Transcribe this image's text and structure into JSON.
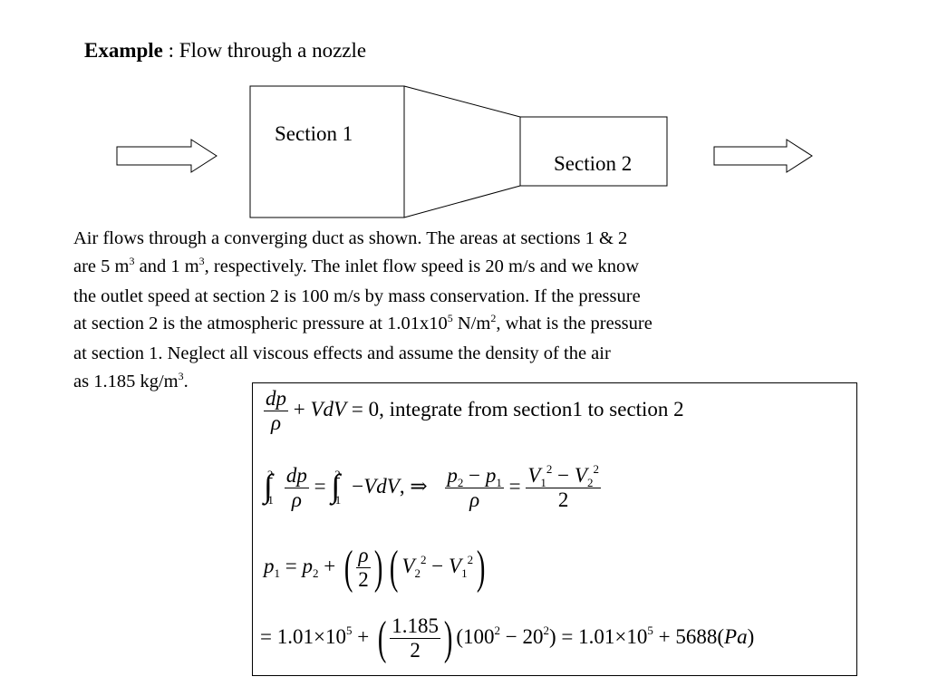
{
  "title": {
    "bold": "Example",
    "rest": " : Flow through a nozzle"
  },
  "diagram": {
    "section1_label": "Section 1",
    "section2_label": "Section 2"
  },
  "problem": {
    "line1": "Air flows through a converging duct as shown.  The areas at sections 1 & 2",
    "line2a": "are 5 m",
    "line2b": "3",
    "line2c": " and 1 m",
    "line2d": "3",
    "line2e": ", respectively.  The inlet flow speed is 20 m/s and we know",
    "line3": "the outlet speed at section 2 is 100 m/s by mass conservation.  If the pressure",
    "line4a": "at section 2 is the atmospheric pressure at 1.01x10",
    "line4b": "5",
    "line4c": " N/m",
    "line4d": "2",
    "line4e": ", what is the pressure",
    "line5": "at section 1.  Neglect all viscous effects and assume the density of the air",
    "line6a": "as 1.185 kg/m",
    "line6b": "3",
    "line6c": "."
  },
  "solution": {
    "eq1_text": ", integrate from section1 to section 2",
    "eq4_value": "1.185",
    "eq4_tail": "= 1.01×10",
    "eq4_result": " + 5688(",
    "eq4_unit": "Pa"
  }
}
